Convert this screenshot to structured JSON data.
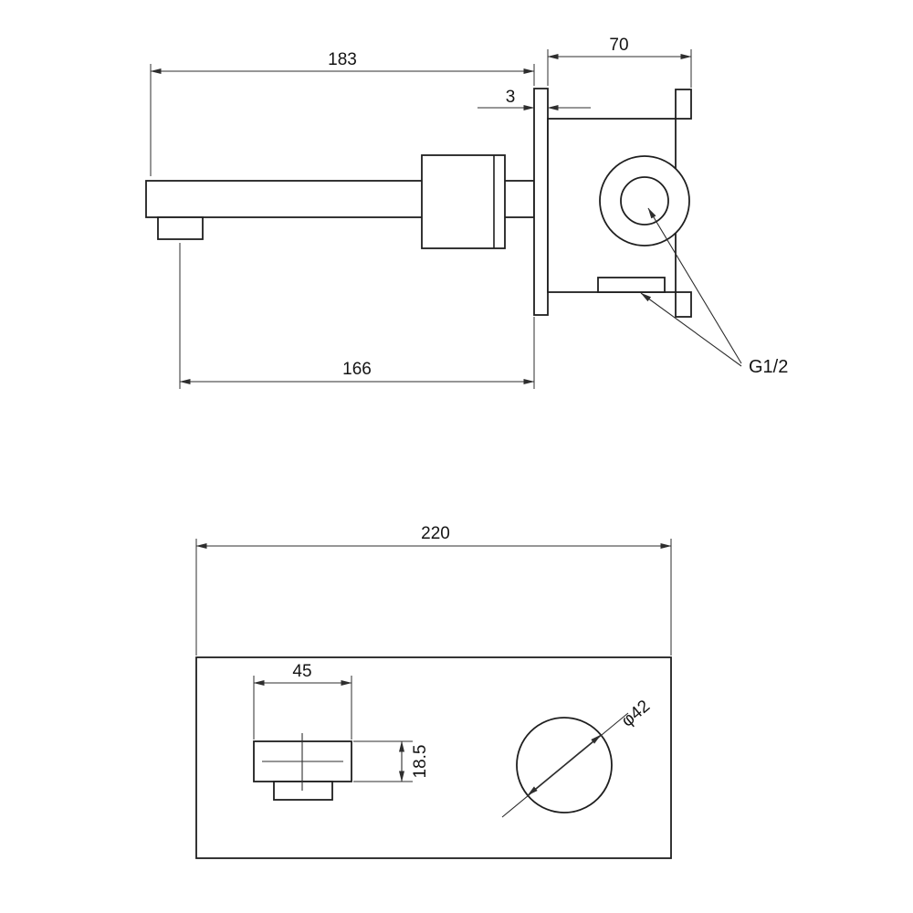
{
  "meta": {
    "background_color": "#ffffff",
    "line_color": "#1f1f1f",
    "dimension_color": "#2e2e2e"
  },
  "top_view": {
    "dims": {
      "spout_length": "183",
      "body_depth": "70",
      "plate_thickness": "3",
      "spout_reach": "166"
    },
    "labels": {
      "thread": "G1/2"
    }
  },
  "front_view": {
    "dims": {
      "plate_width": "220",
      "handle_width": "45",
      "handle_height": "18.5",
      "circle_diameter": "φ42"
    }
  }
}
